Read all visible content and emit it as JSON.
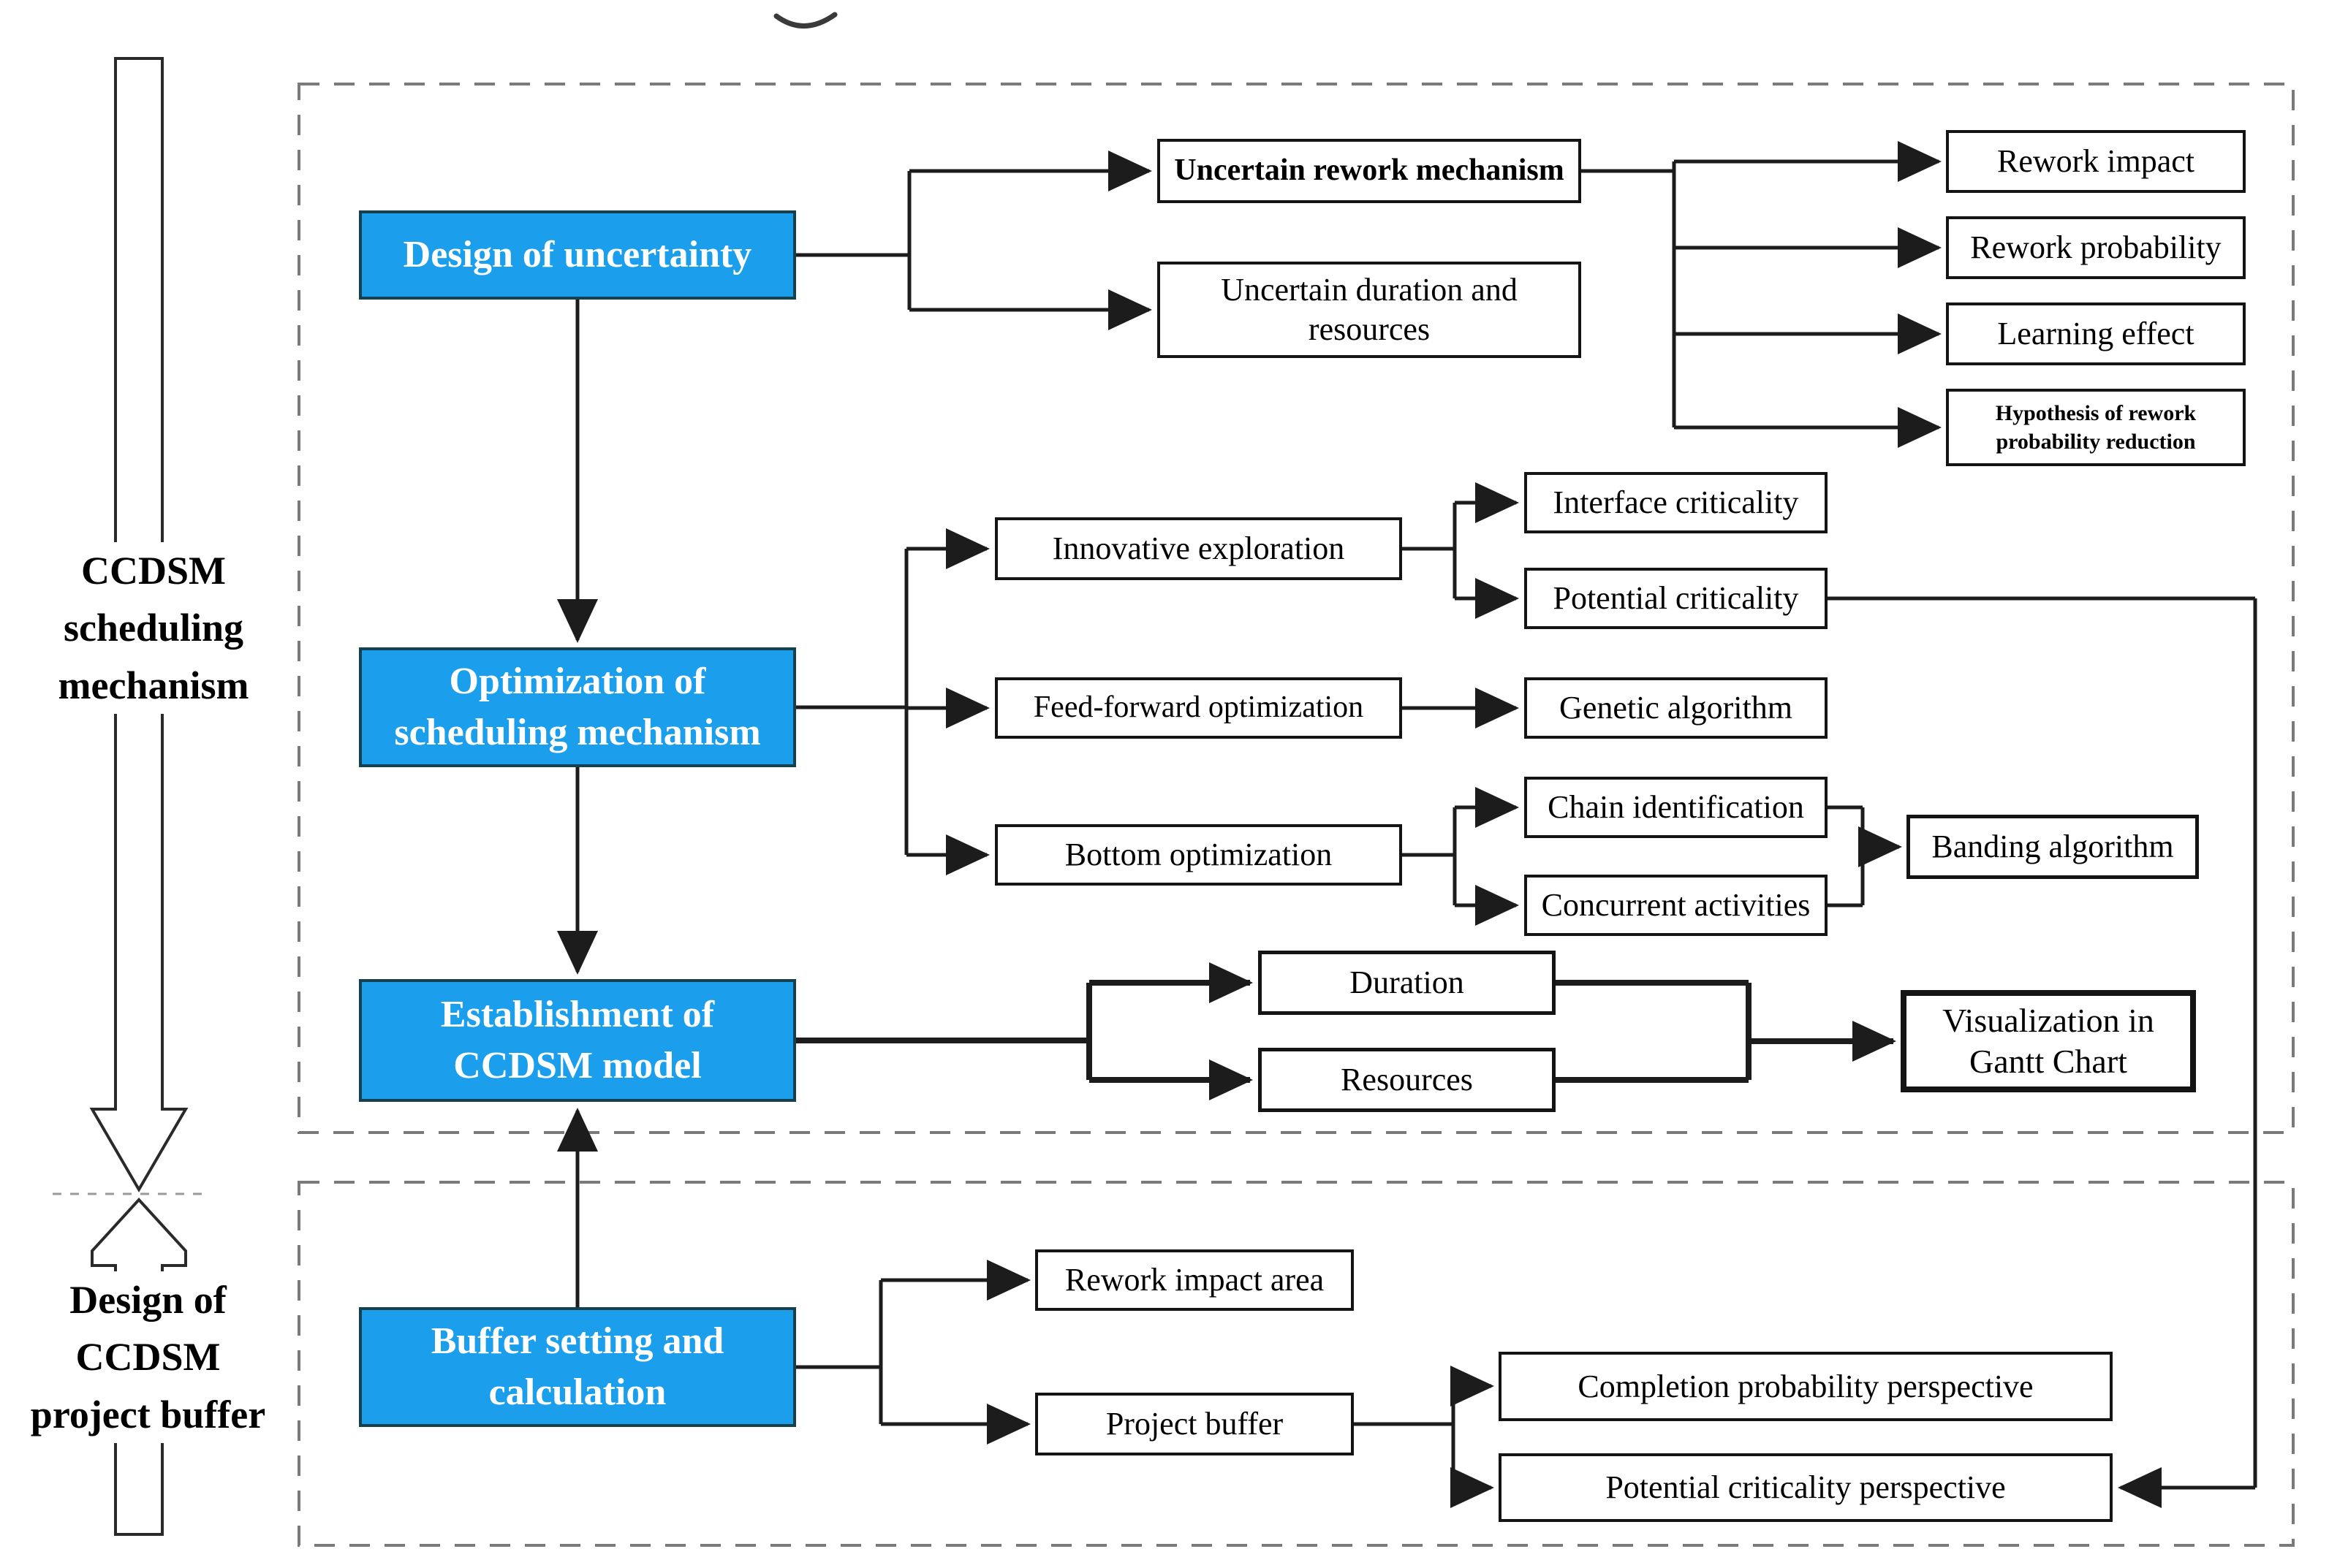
{
  "colors": {
    "node_fill": "#1b9fec",
    "node_border": "#15404e",
    "line": "#1c1c1c",
    "dash_frame": "#7a7a7a",
    "box_border": "#141414",
    "text": "#000000",
    "blue_text": "#ffffff"
  },
  "left_labels": {
    "scheduling": {
      "lines": [
        "CCDSM",
        "scheduling",
        "mechanism"
      ]
    },
    "buffer": {
      "lines": [
        "Design of",
        "CCDSM",
        "project buffer"
      ]
    }
  },
  "nodes": {
    "design_uncertainty": {
      "lines": [
        "Design of uncertainty"
      ]
    },
    "uncertain_rework": {
      "lines": [
        "Uncertain rework mechanism"
      ]
    },
    "uncertain_duration": {
      "lines": [
        "Uncertain duration and",
        "resources"
      ]
    },
    "rework_impact": {
      "lines": [
        "Rework impact"
      ]
    },
    "rework_probability": {
      "lines": [
        "Rework probability"
      ]
    },
    "learning_effect": {
      "lines": [
        "Learning effect"
      ]
    },
    "hypothesis": {
      "lines": [
        "Hypothesis of rework",
        "probability reduction"
      ]
    },
    "optimization": {
      "lines": [
        "Optimization of",
        "scheduling mechanism"
      ]
    },
    "innovative": {
      "lines": [
        "Innovative exploration"
      ]
    },
    "interface_criticality": {
      "lines": [
        "Interface criticality"
      ]
    },
    "potential_criticality": {
      "lines": [
        "Potential criticality"
      ]
    },
    "feed_forward": {
      "lines": [
        "Feed-forward optimization"
      ]
    },
    "genetic": {
      "lines": [
        "Genetic algorithm"
      ]
    },
    "bottom_optimization": {
      "lines": [
        "Bottom optimization"
      ]
    },
    "chain_identification": {
      "lines": [
        "Chain identification"
      ]
    },
    "concurrent_activities": {
      "lines": [
        "Concurrent activities"
      ]
    },
    "banding": {
      "lines": [
        "Banding algorithm"
      ]
    },
    "establishment": {
      "lines": [
        "Establishment of",
        "CCDSM model"
      ]
    },
    "duration": {
      "lines": [
        "Duration"
      ]
    },
    "resources": {
      "lines": [
        "Resources"
      ]
    },
    "visualization": {
      "lines": [
        "Visualization in",
        "Gantt Chart"
      ]
    },
    "buffer_setting": {
      "lines": [
        "Buffer setting and",
        "calculation"
      ]
    },
    "rework_area": {
      "lines": [
        "Rework impact area"
      ]
    },
    "project_buffer": {
      "lines": [
        "Project buffer"
      ]
    },
    "completion_perspective": {
      "lines": [
        "Completion probability perspective"
      ]
    },
    "potential_perspective": {
      "lines": [
        "Potential criticality perspective"
      ]
    }
  }
}
